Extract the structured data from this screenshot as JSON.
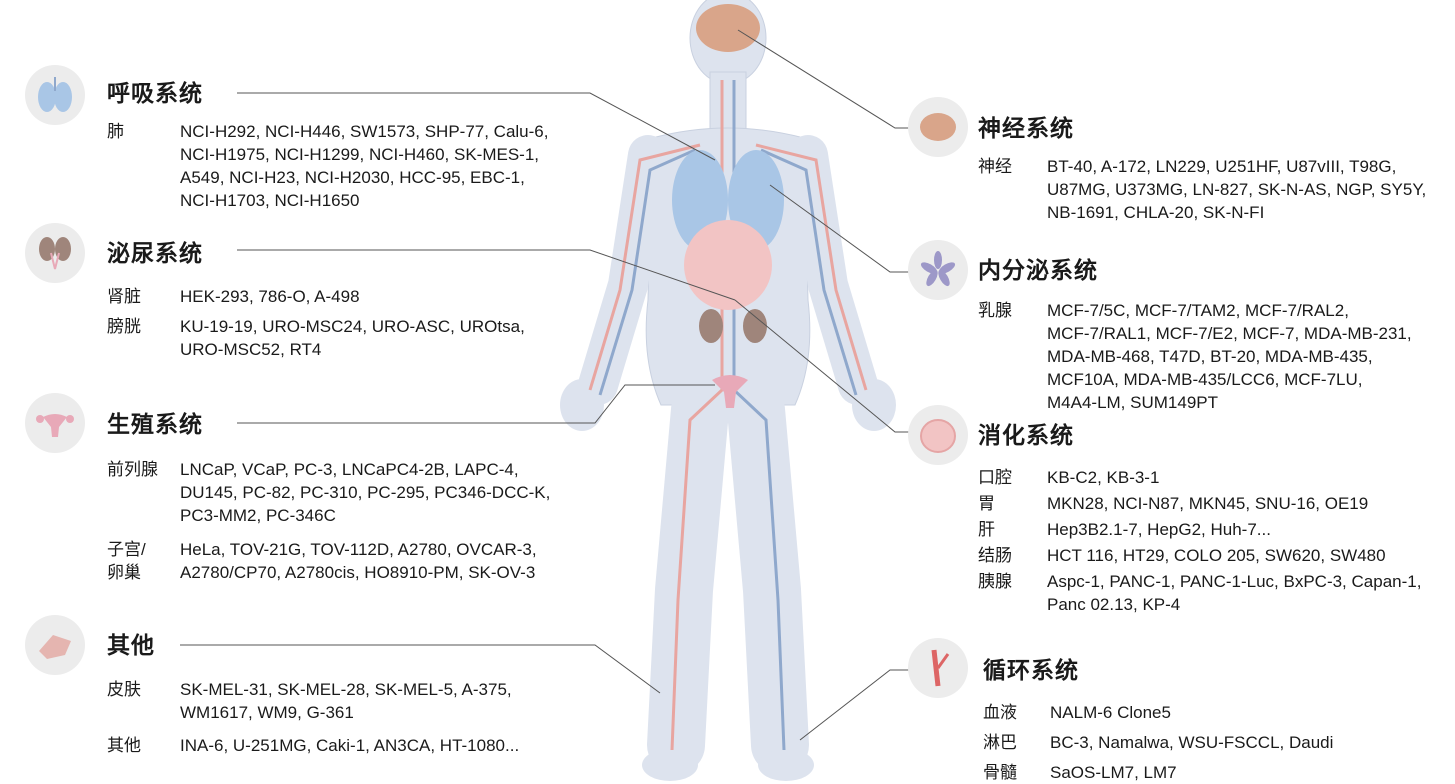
{
  "colors": {
    "body_fill": "#dde3ee",
    "lung": "#a9c6e6",
    "brain": "#d9a58a",
    "intestine": "#f2c4c4",
    "kidney": "#9f857b",
    "artery": "#e8a5a0",
    "vein": "#8fa8cc",
    "icon_bg": "#ececec",
    "leader_line": "#555555"
  },
  "left_sections": [
    {
      "title": "呼吸系统",
      "icon": "lungs-icon",
      "groups": [
        {
          "label": [
            "肺"
          ],
          "lines": [
            "NCI-H292, NCI-H446, SW1573, SHP-77, Calu-6,",
            "NCI-H1975, NCI-H1299, NCI-H460, SK-MES-1,",
            "A549, NCI-H23, NCI-H2030, HCC-95, EBC-1,",
            "NCI-H1703, NCI-H1650"
          ]
        }
      ]
    },
    {
      "title": "泌尿系统",
      "icon": "kidney-icon",
      "groups": [
        {
          "label": [
            "肾脏"
          ],
          "lines": [
            "HEK-293, 786-O, A-498"
          ]
        },
        {
          "label": [
            "膀胱"
          ],
          "lines": [
            "KU-19-19, URO-MSC24, URO-ASC, UROtsa,",
            "URO-MSC52, RT4"
          ]
        }
      ]
    },
    {
      "title": "生殖系统",
      "icon": "uterus-icon",
      "groups": [
        {
          "label": [
            "前列腺"
          ],
          "lines": [
            "LNCaP, VCaP, PC-3, LNCaPC4-2B, LAPC-4,",
            "DU145, PC-82, PC-310, PC-295, PC346-DCC-K,",
            "PC3-MM2, PC-346C"
          ]
        },
        {
          "label": [
            "子宫/",
            "卵巢"
          ],
          "lines": [
            "HeLa, TOV-21G, TOV-112D, A2780, OVCAR-3,",
            "A2780/CP70, A2780cis, HO8910-PM, SK-OV-3"
          ]
        }
      ]
    },
    {
      "title": "其他",
      "icon": "skin-icon",
      "groups": [
        {
          "label": [
            "皮肤"
          ],
          "lines": [
            "SK-MEL-31, SK-MEL-28, SK-MEL-5, A-375,",
            "WM1617, WM9, G-361"
          ]
        },
        {
          "label": [
            "其他"
          ],
          "lines": [
            "INA-6, U-251MG, Caki-1, AN3CA, HT-1080..."
          ]
        }
      ]
    }
  ],
  "right_sections": [
    {
      "title": "神经系统",
      "icon": "brain-icon",
      "groups": [
        {
          "label": [
            "神经"
          ],
          "lines": [
            "BT-40, A-172, LN229, U251HF, U87vIII, T98G,",
            "U87MG, U373MG, LN-827, SK-N-AS, NGP, SY5Y,",
            "NB-1691, CHLA-20, SK-N-FI"
          ]
        }
      ]
    },
    {
      "title": "内分泌系统",
      "icon": "endocrine-gland-icon",
      "groups": [
        {
          "label": [
            "乳腺"
          ],
          "lines": [
            "MCF-7/5C, MCF-7/TAM2, MCF-7/RAL2,",
            "MCF-7/RAL1, MCF-7/E2, MCF-7, MDA-MB-231,",
            "MDA-MB-468, T47D, BT-20, MDA-MB-435,",
            "MCF10A, MDA-MB-435/LCC6, MCF-7LU,",
            "M4A4-LM, SUM149PT"
          ]
        }
      ]
    },
    {
      "title": "消化系统",
      "icon": "intestine-icon",
      "groups": [
        {
          "label": [
            "口腔"
          ],
          "lines": [
            "KB-C2, KB-3-1"
          ]
        },
        {
          "label": [
            "胃"
          ],
          "lines": [
            "MKN28, NCI-N87, MKN45, SNU-16, OE19"
          ]
        },
        {
          "label": [
            "肝"
          ],
          "lines": [
            "Hep3B2.1-7, HepG2, Huh-7..."
          ]
        },
        {
          "label": [
            "结肠"
          ],
          "lines": [
            "HCT 116, HT29, COLO 205, SW620, SW480"
          ]
        },
        {
          "label": [
            "胰腺"
          ],
          "lines": [
            "Aspc-1, PANC-1, PANC-1-Luc, BxPC-3, Capan-1,",
            "Panc 02.13, KP-4"
          ]
        }
      ]
    },
    {
      "title": "循环系统",
      "icon": "blood-vessel-icon",
      "groups": [
        {
          "label": [
            "血液"
          ],
          "lines": [
            "NALM-6 Clone5"
          ]
        },
        {
          "label": [
            "淋巴"
          ],
          "lines": [
            "BC-3, Namalwa, WSU-FSCCL, Daudi"
          ]
        },
        {
          "label": [
            "骨髓"
          ],
          "lines": [
            "SaOS-LM7, LM7"
          ]
        }
      ]
    }
  ]
}
